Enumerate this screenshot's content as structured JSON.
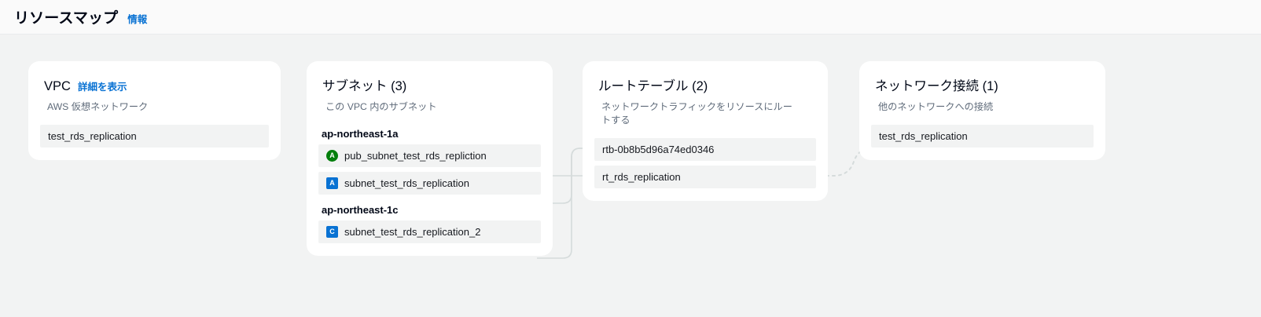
{
  "header": {
    "title": "リソースマップ",
    "info_label": "情報"
  },
  "colors": {
    "link": "#0972d3",
    "public_az_badge": "#037f0c",
    "private_az_badge": "#0972d3",
    "card_background": "#ffffff",
    "canvas_background": "#f2f3f3",
    "row_background": "#f2f3f3",
    "connector": "#d1d5db"
  },
  "cards": {
    "vpc": {
      "title": "VPC",
      "action_label": "詳細を表示",
      "subtitle": "AWS 仮想ネットワーク",
      "rows": [
        {
          "label": "test_rds_replication"
        }
      ]
    },
    "subnets": {
      "title": "サブネット (3)",
      "subtitle": "この VPC 内のサブネット",
      "groups": [
        {
          "az": "ap-northeast-1a",
          "rows": [
            {
              "label": "pub_subnet_test_rds_repliction",
              "badge": "A",
              "badge_shape": "circle",
              "badge_kind": "public-subnet-icon"
            },
            {
              "label": "subnet_test_rds_replication",
              "badge": "A",
              "badge_shape": "square",
              "badge_kind": "private-subnet-icon"
            }
          ]
        },
        {
          "az": "ap-northeast-1c",
          "rows": [
            {
              "label": "subnet_test_rds_replication_2",
              "badge": "C",
              "badge_shape": "square",
              "badge_kind": "private-subnet-icon"
            }
          ]
        }
      ]
    },
    "route_tables": {
      "title": "ルートテーブル (2)",
      "subtitle": "ネットワークトラフィックをリソースにルートする",
      "rows": [
        {
          "label": "rtb-0b8b5d96a74ed0346"
        },
        {
          "label": "rt_rds_replication"
        }
      ]
    },
    "network_connections": {
      "title": "ネットワーク接続 (1)",
      "subtitle": "他のネットワークへの接続",
      "rows": [
        {
          "label": "test_rds_replication"
        }
      ]
    }
  }
}
